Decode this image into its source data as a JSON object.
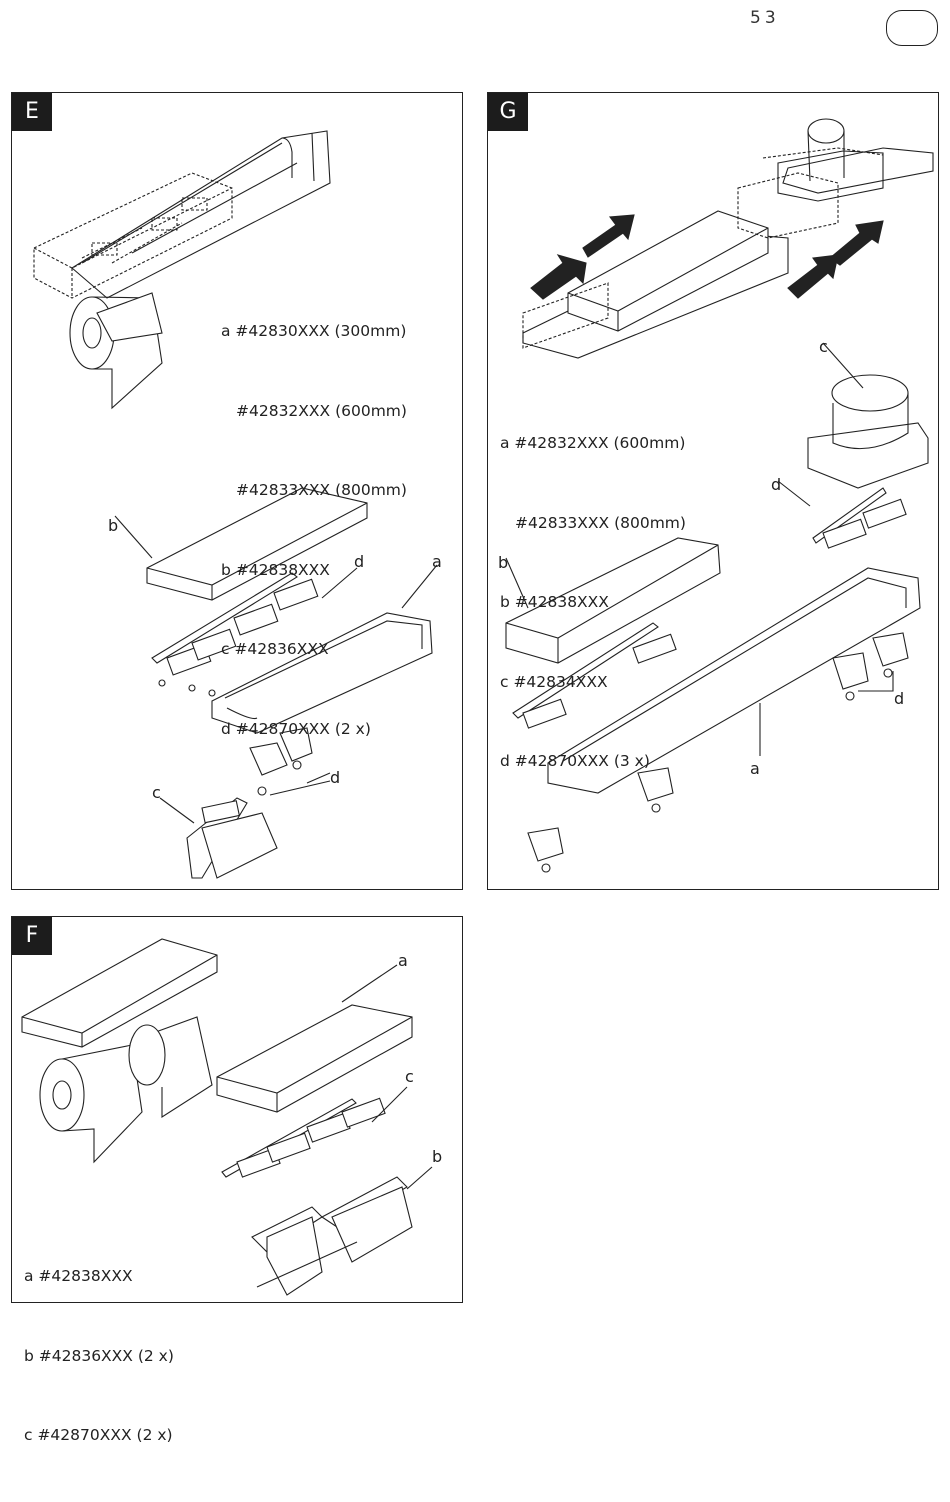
{
  "page": {
    "number": "53"
  },
  "panels": {
    "E": {
      "badge": "E",
      "parts": [
        "a #42830XXX (300mm)",
        "#42832XXX (600mm)",
        "#42833XXX (800mm)",
        "b #42838XXX",
        "c #42836XXX",
        "d #42870XXX (2 x)"
      ],
      "callouts": {
        "a": "a",
        "b": "b",
        "c": "c",
        "d1": "d",
        "d2": "d"
      }
    },
    "G": {
      "badge": "G",
      "parts": [
        "a #42832XXX (600mm)",
        "#42833XXX (800mm)",
        "b #42838XXX",
        "c #42834XXX",
        "d #42870XXX (3 x)"
      ],
      "callouts": {
        "a": "a",
        "b": "b",
        "c": "c",
        "d1": "d",
        "d2": "d"
      }
    },
    "F": {
      "badge": "F",
      "parts": [
        "a #42838XXX",
        "b #42836XXX (2 x)",
        "c #42870XXX (2 x)"
      ],
      "callouts": {
        "a": "a",
        "b": "b",
        "c": "c"
      }
    }
  }
}
